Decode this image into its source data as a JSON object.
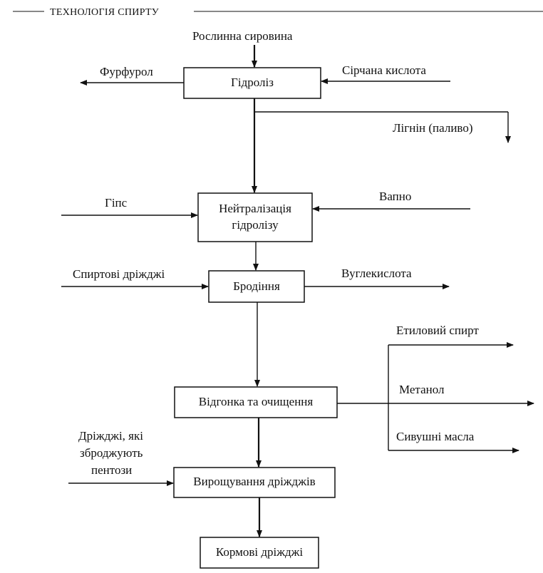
{
  "header": {
    "title": "ТЕХНОЛОГІЯ СПИРТУ"
  },
  "nodes": {
    "hydrolysis": "Гідроліз",
    "neutralization_line1": "Нейтралізація",
    "neutralization_line2": "гідролізу",
    "fermentation": "Бродіння",
    "distillation": "Відгонка та очищення",
    "yeast_growing": "Вирощування дріжджів",
    "feed_yeast": "Кормові дріжджі"
  },
  "inputs": {
    "plant_raw_material": "Рослинна сировина",
    "sulfuric_acid": "Сірчана кислота",
    "gypsum": "Гіпс",
    "lime": "Вапно",
    "alcohol_yeast": "Спиртові дріжджі",
    "pentose_yeast_line1": "Дріжджі, які",
    "pentose_yeast_line2": "зброджують",
    "pentose_yeast_line3": "пентози"
  },
  "outputs": {
    "furfural": "Фурфурол",
    "lignin": "Лігнін (паливо)",
    "carbon_dioxide": "Вуглекислота",
    "ethyl_alcohol": "Етиловий спирт",
    "methanol": "Метанол",
    "fusel_oils": "Сивушні масла"
  }
}
